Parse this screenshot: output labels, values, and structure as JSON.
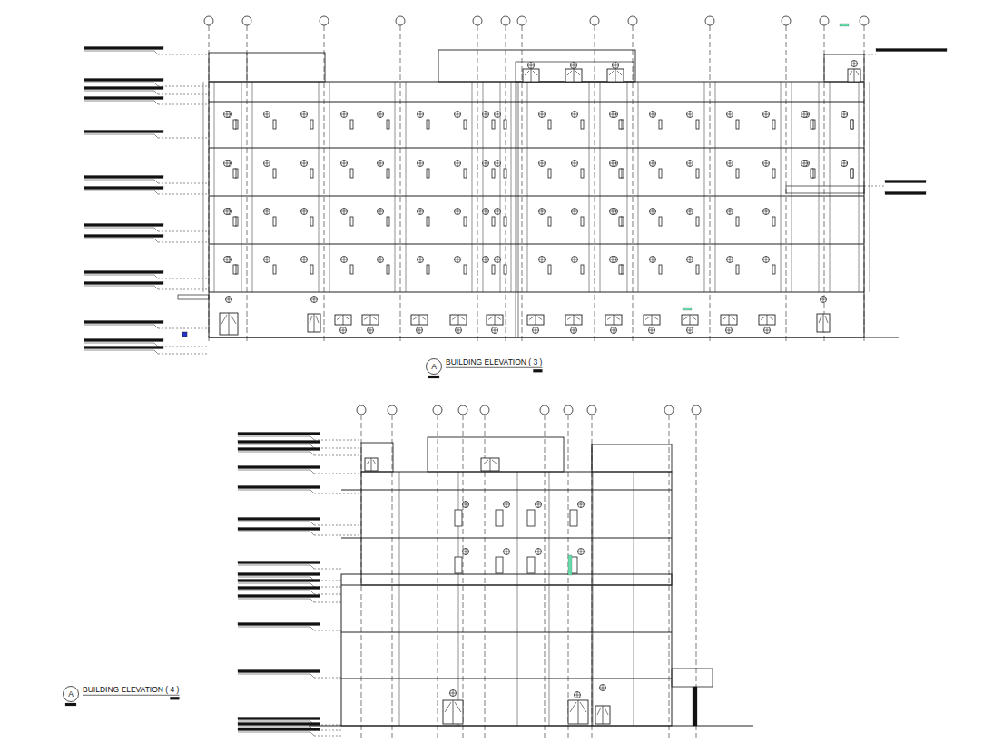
{
  "diagram": {
    "labels": [
      "A",
      "BUILDING ELEVATION ( 3 )",
      "A",
      "BUILDING ELEVATION ( 4 )"
    ]
  }
}
